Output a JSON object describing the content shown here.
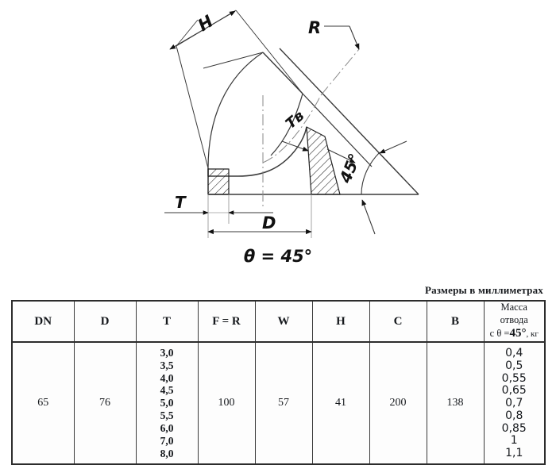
{
  "drawing": {
    "labels": {
      "h": "H",
      "r": "R",
      "t_wall_inner": "Tв",
      "t": "T",
      "d": "D",
      "angle_arc": "45°"
    },
    "caption": "θ = 45°"
  },
  "units_note": "Размеры в миллиметрах",
  "table": {
    "headers": {
      "dn": "DN",
      "d": "D",
      "t": "T",
      "f_r": "F = R",
      "w": "W",
      "h": "H",
      "c": "C",
      "b": "B",
      "mass_line1": "Масса отвода",
      "mass_line2_prefix": "с θ =",
      "mass_line2_angle": "45°",
      "mass_line2_suffix": ", кг"
    },
    "row": {
      "dn": "65",
      "d": "76",
      "t_values": [
        "3,0",
        "3,5",
        "4,0",
        "4,5",
        "5,0",
        "5,5",
        "6,0",
        "7,0",
        "8,0"
      ],
      "f_r": "100",
      "w": "57",
      "h": "41",
      "c": "200",
      "b": "138",
      "mass_values": [
        "0,4",
        "0,5",
        "0,55",
        "0,65",
        "0,7",
        "0,8",
        "0,85",
        "1",
        "1,1"
      ]
    }
  },
  "colors": {
    "line": "#3a3a3a",
    "text": "#15181c",
    "background": "#ffffff"
  }
}
